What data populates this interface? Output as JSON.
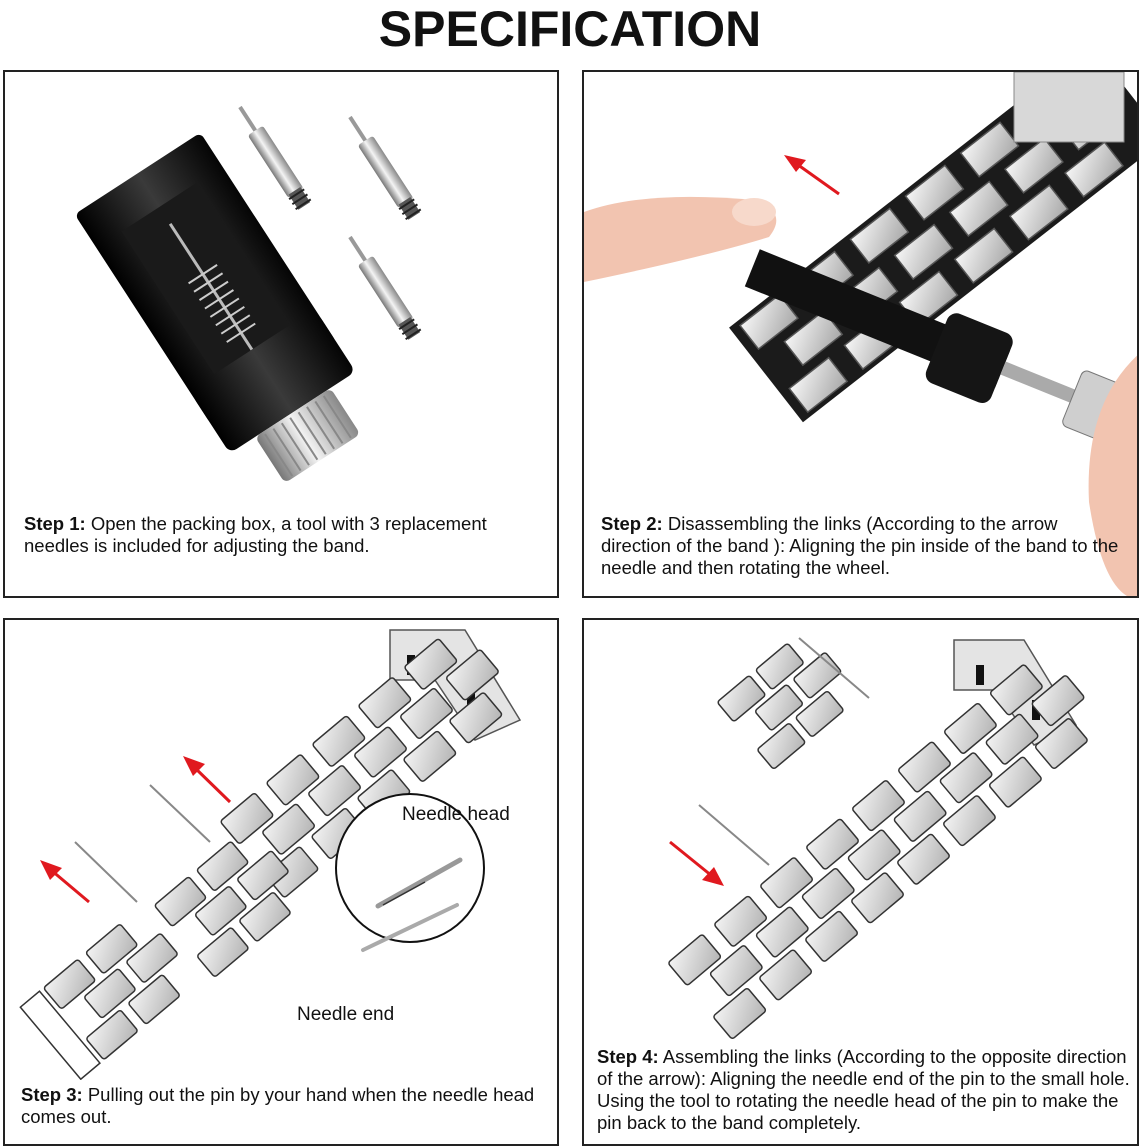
{
  "title": "SPECIFICATION",
  "colors": {
    "arrow": "#e0191f",
    "border": "#222222",
    "metal_light": "#e6e6e6",
    "metal_dark": "#7a7a7a",
    "tool_black": "#111111",
    "skin": "#f2c4b0"
  },
  "panels": [
    {
      "step_label": "Step 1:",
      "text": " Open the packing box,  a tool with 3 replacement needles is included for adjusting the band.",
      "illustration": "band-adjuster-tool-with-3-pins"
    },
    {
      "step_label": "Step 2:",
      "text": " Disassembling the links (According to the arrow direction of the band ): Aligning the pin inside of the band to the needle and then rotating the wheel.",
      "illustration": "hand-using-tool-on-black-silver-band",
      "arrow_icon": "red-arrow-up-left"
    },
    {
      "step_label": "Step 3:",
      "text": " Pulling out the pin by your hand when the needle head comes out.",
      "illustration": "band-links-separated-with-pins",
      "labels": {
        "needle_head": "Needle head",
        "needle_end": "Needle end"
      },
      "arrow_icons": [
        "red-arrow-up-left",
        "red-arrow-up-left"
      ]
    },
    {
      "step_label": "Step 4:",
      "text": " Assembling the links (According to the opposite direction of the arrow): Aligning the needle end of the pin to the small hole. Using the tool to rotating the needle head of the pin to make the pin back to the band completely.",
      "illustration": "band-with-removed-link-reassembly",
      "arrow_icon": "red-arrow-down-right"
    }
  ]
}
